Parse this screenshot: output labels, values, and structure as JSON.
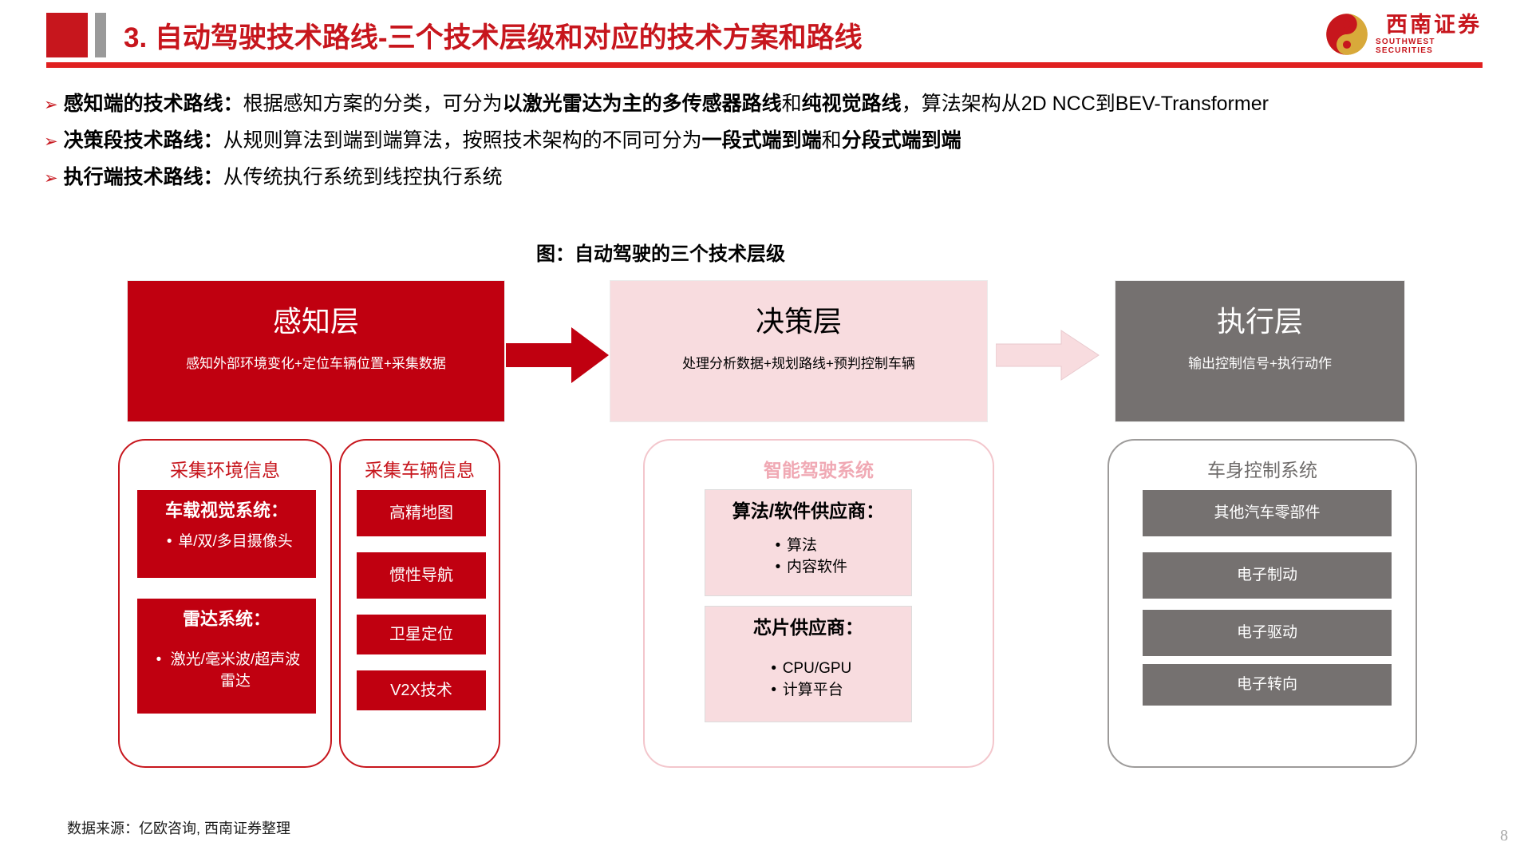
{
  "header": {
    "title_main": "3. 自动驾驶技术路线",
    "title_sub": "-三个技术层级和对应的技术方案和路线",
    "accent_red": "#C7161D",
    "logo_cn": "西南证券",
    "logo_en": "SOUTHWEST SECURITIES"
  },
  "bullets": [
    {
      "marker": "➢",
      "segments": [
        {
          "text": "感知端的技术路线：",
          "bold": true
        },
        {
          "text": "根据感知方案的分类，可分为",
          "bold": false
        },
        {
          "text": "以激光雷达为主的多传感器路线",
          "bold": true
        },
        {
          "text": "和",
          "bold": false
        },
        {
          "text": "纯视觉路线",
          "bold": true
        },
        {
          "text": "，算法架构从2D NCC到BEV-Transformer",
          "bold": false
        }
      ]
    },
    {
      "marker": "➢",
      "segments": [
        {
          "text": "决策段技术路线：",
          "bold": true
        },
        {
          "text": "从规则算法到端到端算法，按照技术架构的不同可分为",
          "bold": false
        },
        {
          "text": "一段式端到端",
          "bold": true
        },
        {
          "text": "和",
          "bold": false
        },
        {
          "text": "分段式端到端",
          "bold": true
        }
      ]
    },
    {
      "marker": "➢",
      "segments": [
        {
          "text": "执行端技术路线：",
          "bold": true
        },
        {
          "text": "从传统执行系统到线控执行系统",
          "bold": false
        }
      ]
    }
  ],
  "chart_title": "图：自动驾驶的三个技术层级",
  "layers": [
    {
      "key": "perception",
      "title": "感知层",
      "subtitle": "感知外部环境变化+定位车辆位置+采集数据",
      "color": "#C00010",
      "text_color": "#FFFFFF"
    },
    {
      "key": "decision",
      "title": "决策层",
      "subtitle": "处理分析数据+规划路线+预判控制车辆",
      "color": "#F8DCDF",
      "text_color": "#000000"
    },
    {
      "key": "execution",
      "title": "执行层",
      "subtitle": "输出控制信号+执行动作",
      "color": "#757170",
      "text_color": "#FFFFFF"
    }
  ],
  "arrows": [
    {
      "name": "arrow-perception-to-decision",
      "color": "#C00010"
    },
    {
      "name": "arrow-decision-to-execution",
      "color": "#F8DCDF"
    }
  ],
  "cards": {
    "env": {
      "title": "采集环境信息",
      "blocks": [
        {
          "head": "车载视觉系统：",
          "items": [
            "单/双/多目摄像头"
          ]
        },
        {
          "head": "雷达系统：",
          "items": [
            "激光/毫米波/超声波雷达"
          ]
        }
      ]
    },
    "vehicle": {
      "title": "采集车辆信息",
      "blocks": [
        {
          "head": "高精地图",
          "items": []
        },
        {
          "head": "惯性导航",
          "items": []
        },
        {
          "head": "卫星定位",
          "items": []
        },
        {
          "head": "V2X技术",
          "items": []
        }
      ]
    },
    "smart": {
      "title": "智能驾驶系统",
      "blocks": [
        {
          "head": "算法/软件供应商：",
          "items": [
            "算法",
            "内容软件"
          ]
        },
        {
          "head": "芯片供应商：",
          "items": [
            "CPU/GPU",
            "计算平台"
          ]
        }
      ]
    },
    "body": {
      "title": "车身控制系统",
      "blocks": [
        {
          "head": "其他汽车零部件",
          "items": []
        },
        {
          "head": "电子制动",
          "items": []
        },
        {
          "head": "电子驱动",
          "items": []
        },
        {
          "head": "电子转向",
          "items": []
        }
      ]
    }
  },
  "footer": {
    "source": "数据来源：亿欧咨询, 西南证券整理",
    "page_number": "8"
  }
}
